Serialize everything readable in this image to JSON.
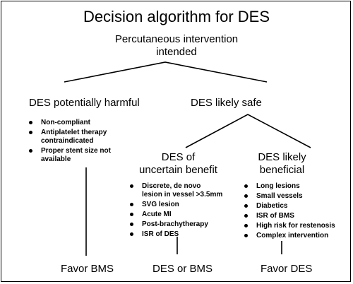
{
  "title": "Decision algorithm for DES",
  "root": {
    "line1": "Percutaneous intervention",
    "line2": "intended"
  },
  "harmful": {
    "label": "DES potentially harmful",
    "bullets": [
      {
        "line1": "Non-compliant",
        "line2": ""
      },
      {
        "line1": "Antiplatelet therapy",
        "line2": "contraindicated"
      },
      {
        "line1": "Proper stent size not",
        "line2": "available"
      }
    ],
    "outcome": "Favor BMS"
  },
  "safe": {
    "label": "DES likely safe"
  },
  "uncertain": {
    "label_line1": "DES of",
    "label_line2": "uncertain benefit",
    "bullets": [
      {
        "line1": "Discrete, de novo",
        "line2": "lesion in vessel >3.5mm"
      },
      {
        "line1": "SVG lesion",
        "line2": ""
      },
      {
        "line1": "Acute MI",
        "line2": ""
      },
      {
        "line1": "Post-brachytherapy",
        "line2": ""
      },
      {
        "line1": "ISR of DES",
        "line2": ""
      }
    ],
    "outcome": "DES or  BMS"
  },
  "beneficial": {
    "label_line1": "DES likely",
    "label_line2": "beneficial",
    "bullets": [
      {
        "line1": "Long lesions",
        "line2": ""
      },
      {
        "line1": "Small vessels",
        "line2": ""
      },
      {
        "line1": "Diabetics",
        "line2": ""
      },
      {
        "line1": "ISR of BMS",
        "line2": ""
      },
      {
        "line1": "High risk for restenosis",
        "line2": ""
      },
      {
        "line1": "Complex intervention",
        "line2": ""
      }
    ],
    "outcome": "Favor DES"
  }
}
